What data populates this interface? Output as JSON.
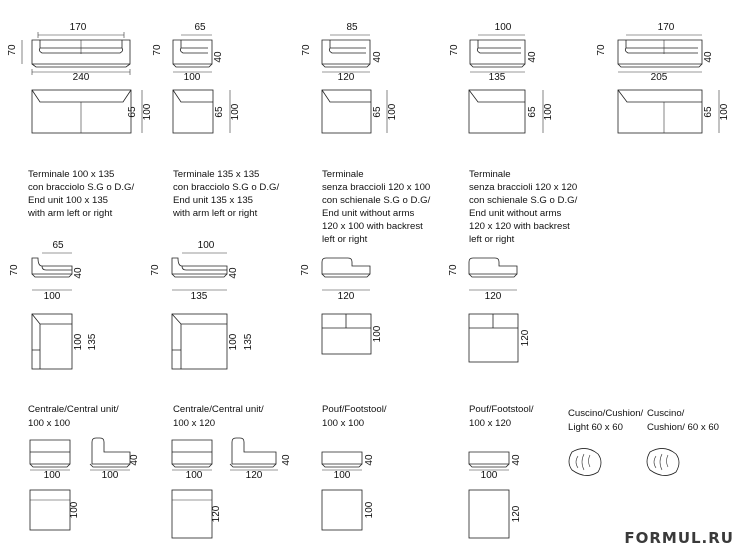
{
  "watermark": "FORMUL.RU",
  "dims": {
    "d170": "170",
    "d65": "65",
    "d85": "85",
    "d100": "100",
    "d70": "70",
    "d40": "40",
    "d240": "240",
    "d120": "120",
    "d135": "135",
    "d205": "205"
  },
  "captions": {
    "c1": [
      "Terminale 100 x 135",
      "con bracciolo S.G o D.G/",
      "End unit 100 x 135",
      "with arm left or right"
    ],
    "c2": [
      "Terminale 135 x 135",
      "con bracciolo S.G o D.G/",
      "End unit 135 x 135",
      "with arm left or right"
    ],
    "c3": [
      "Terminale",
      "senza braccioli 120 x 100",
      "con schienale S.G o D.G/",
      "End unit without arms",
      "120 x 100 with backrest",
      "left or right"
    ],
    "c4": [
      "Terminale",
      "senza braccioli 120 x 120",
      "con schienale S.G o D.G/",
      "End unit without arms",
      "120 x 120 with backrest",
      "left or right"
    ],
    "c5": [
      "Centrale/Central unit/",
      "100 x 100"
    ],
    "c6": [
      "Centrale/Central unit/",
      "100 x 120"
    ],
    "c7": [
      "Pouf/Footstool/",
      "100 x 100"
    ],
    "c8": [
      "Pouf/Footstool/",
      "100 x 120"
    ],
    "c9": [
      "Cuscino/Cushion/",
      "Light 60 x 60"
    ],
    "c10": [
      "Cuscino/",
      "Cushion/ 60 x 60"
    ]
  }
}
